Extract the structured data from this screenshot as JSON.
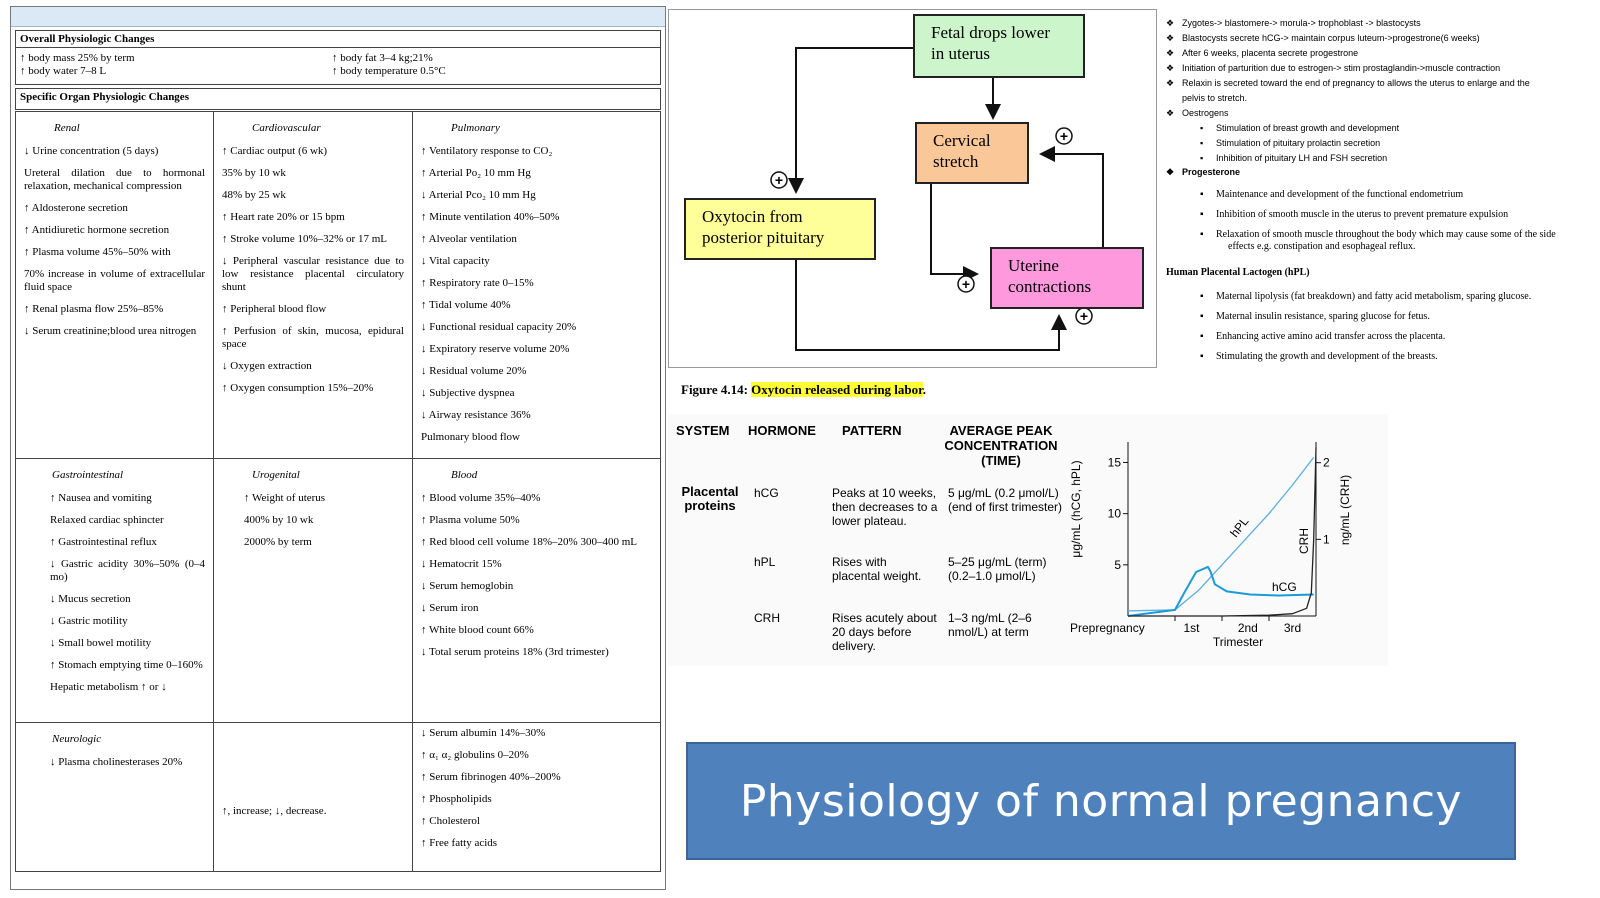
{
  "title_slide": {
    "title": "Physiology of normal pregnancy"
  },
  "physio_table": {
    "overall_title": "Overall Physiologic Changes",
    "overall_items": [
      "↑ body mass 25% by term",
      "↑ body fat 3–4 kg;21%",
      "↑ body water 7–8 L",
      "↑ body temperature 0.5°C"
    ],
    "specific_title": "Specific Organ Physiologic Changes",
    "renal": {
      "heading": "Renal",
      "items": [
        "↓ Urine concentration (5 days)",
        "Ureteral dilation due to hormonal relaxation, mechanical compression",
        "↑ Aldosterone secretion",
        "↑ Antidiuretic hormone secretion",
        "↑ Plasma volume 45%–50% with",
        "70% increase in volume of extracellular fluid space",
        "↑ Renal plasma flow 25%–85%",
        "↓ Serum creatinine;blood urea nitrogen"
      ]
    },
    "cardiovascular": {
      "heading": "Cardiovascular",
      "items": [
        "↑ Cardiac output (6 wk)",
        "35% by 10 wk",
        "48% by 25 wk",
        "↑ Heart rate 20% or 15 bpm",
        "↑ Stroke volume 10%–32% or 17 mL",
        "↓ Peripheral vascular resistance due to low resistance placental circulatory shunt",
        "↑ Peripheral blood flow",
        "↑ Perfusion of skin, mucosa, epidural space",
        "↓ Oxygen extraction",
        "↑ Oxygen consumption 15%–20%"
      ]
    },
    "pulmonary": {
      "heading": "Pulmonary",
      "items": [
        "↑ Ventilatory response to CO₂",
        "↑ Arterial Po₂ 10 mm Hg",
        "↓ Arterial Pco₂ 10 mm Hg",
        "↑ Minute ventilation 40%–50%",
        "↑ Alveolar ventilation",
        "↓ Vital capacity",
        "↑ Respiratory rate 0–15%",
        "↑ Tidal volume 40%",
        "↓ Functional residual capacity 20%",
        "↓ Expiratory reserve volume 20%",
        "↓ Residual volume 20%",
        "↓ Subjective dyspnea",
        "↓ Airway resistance 36%",
        "Pulmonary blood flow"
      ]
    },
    "gastrointestinal": {
      "heading": "Gastrointestinal",
      "items": [
        "↑ Nausea and vomiting",
        "Relaxed cardiac sphincter",
        "↑ Gastrointestinal reflux",
        "↓ Gastric acidity 30%–50% (0–4 mo)",
        "↓ Mucus secretion",
        "↓ Gastric motility",
        "↓ Small bowel motility",
        "↑ Stomach emptying time 0–160%",
        "Hepatic metabolism ↑ or ↓"
      ]
    },
    "urogenital": {
      "heading": "Urogenital",
      "items": [
        "↑ Weight of uterus",
        "400% by 10 wk",
        "2000% by term"
      ]
    },
    "blood": {
      "heading": "Blood",
      "items": [
        "↑ Blood volume 35%–40%",
        "↑ Plasma volume 50%",
        "↑ Red blood cell volume 18%–20% 300–400 mL",
        "↓ Hematocrit 15%",
        "↓ Serum hemoglobin",
        "↓ Serum iron",
        "↑ White blood count 66%",
        "↓ Total serum proteins 18% (3rd trimester)"
      ]
    },
    "neurologic": {
      "heading": "Neurologic",
      "items": [
        "↓ Plasma cholinesterases 20%"
      ]
    },
    "legend": "↑, increase; ↓, decrease.",
    "blood_continued": [
      "↓ Serum albumin 14%–30%",
      "↑ α₁ α₂ globulins 0–20%",
      "↑ Serum fibrinogen 40%–200%",
      "↑ Phospholipids",
      "↑ Cholesterol",
      "↑ Free fatty acids"
    ]
  },
  "flow_diagram": {
    "fetal_drops": "Fetal drops lower in uterus",
    "cervical_stretch": "Cervical stretch",
    "oxytocin": "Oxytocin from posterior pituitary",
    "uterine_contractions": "Uterine contractions",
    "plus_sign": "+",
    "colors": {
      "green": "#ccf5cc",
      "orange": "#fac898",
      "yellow": "#ffff99",
      "pink": "#fe99dd"
    }
  },
  "figure_caption": {
    "prefix": "Figure 4.14:",
    "text": "Oxytocin released during labor",
    "suffix": "."
  },
  "hormone_table": {
    "headers": [
      "SYSTEM",
      "HORMONE",
      "PATTERN",
      "AVERAGE PEAK CONCENTRATION (TIME)"
    ],
    "system": "Placental proteins",
    "rows": [
      {
        "hormone": "hCG",
        "pattern": "Peaks at 10 weeks, then decreases to a lower plateau.",
        "concentration": "5 μg/mL (0.2 μmol/L) (end of first trimester)"
      },
      {
        "hormone": "hPL",
        "pattern": "Rises with placental weight.",
        "concentration": "5–25 μg/mL (term) (0.2–1.0 μmol/L)"
      },
      {
        "hormone": "CRH",
        "pattern": "Rises acutely about 20 days before delivery.",
        "concentration": "1–3 ng/mL (2–6 nmol/L) at term"
      }
    ]
  },
  "chart_data": {
    "type": "line",
    "xlabel": "Trimester",
    "x_categories": [
      "Prepregnancy",
      "1st",
      "2nd",
      "3rd"
    ],
    "y_left_label": "μg/mL (hCG, hPL)",
    "y_left_ticks": [
      5,
      10,
      15
    ],
    "y_left_lim": [
      0,
      17
    ],
    "y_right_label": "ng/mL (CRH)",
    "y_right_ticks": [
      1,
      2
    ],
    "y_right_lim": [
      0,
      2.27
    ],
    "x_lim": [
      0,
      4
    ],
    "series": [
      {
        "name": "hPL",
        "axis": "left",
        "x": [
          0,
          1,
          1.5,
          2,
          2.5,
          3,
          3.5,
          3.95
        ],
        "y": [
          0.5,
          0.6,
          2.5,
          5,
          7.5,
          10,
          12.8,
          15.5
        ]
      },
      {
        "name": "hCG",
        "axis": "left",
        "x": [
          0,
          1,
          1.2,
          1.45,
          1.7,
          1.75,
          1.85,
          2.1,
          2.6,
          3.2,
          3.95
        ],
        "y": [
          0,
          0.6,
          2.3,
          4.3,
          4.8,
          4.4,
          3.1,
          2.4,
          2.1,
          2.0,
          2.1
        ]
      },
      {
        "name": "CRH",
        "axis": "right",
        "x": [
          0,
          1,
          2,
          3,
          3.5,
          3.8,
          3.9,
          3.95,
          4.0
        ],
        "y": [
          0,
          0,
          0,
          0.01,
          0.03,
          0.1,
          0.3,
          1.0,
          2.2
        ]
      }
    ],
    "colors": {
      "hPL": "#5aaee0",
      "hCG": "#1a9ad8",
      "CRH": "#222222"
    }
  },
  "notes": {
    "items": [
      "Zygotes-> blastomere-> morula-> trophoblast -> blastocysts",
      "Blastocysts secrete hCG-> maintain corpus luteum->progestrone(6 weeks)",
      "After 6 weeks, placenta secrete progestrone",
      "Initiation of parturition due to estrogen-> stim prostaglandin->muscle contraction",
      "Relaxin is secreted toward the end of pregnancy to allows the uterus to enlarge and the",
      "pelvis to stretch.",
      "Oestrogens",
      "Stimulation of breast growth and development",
      "Stimulation of pituitary prolactin secretion",
      "Inhibition of pituitary LH and FSH secretion",
      "Progesterone",
      "Maintenance and development of the functional endometrium",
      "Inhibition of smooth muscle in the uterus to prevent premature expulsion",
      "Relaxation of smooth muscle throughout the body which may cause some of the side",
      "effects e.g. constipation and esophageal reflux.",
      "Human Placental Lactogen (hPL)",
      "Maternal lipolysis (fat breakdown) and fatty acid metabolism, sparing glucose.",
      "Maternal insulin resistance, sparing glucose for fetus.",
      "Enhancing active amino acid transfer across the placenta.",
      "Stimulating the growth and development of the breasts."
    ]
  }
}
